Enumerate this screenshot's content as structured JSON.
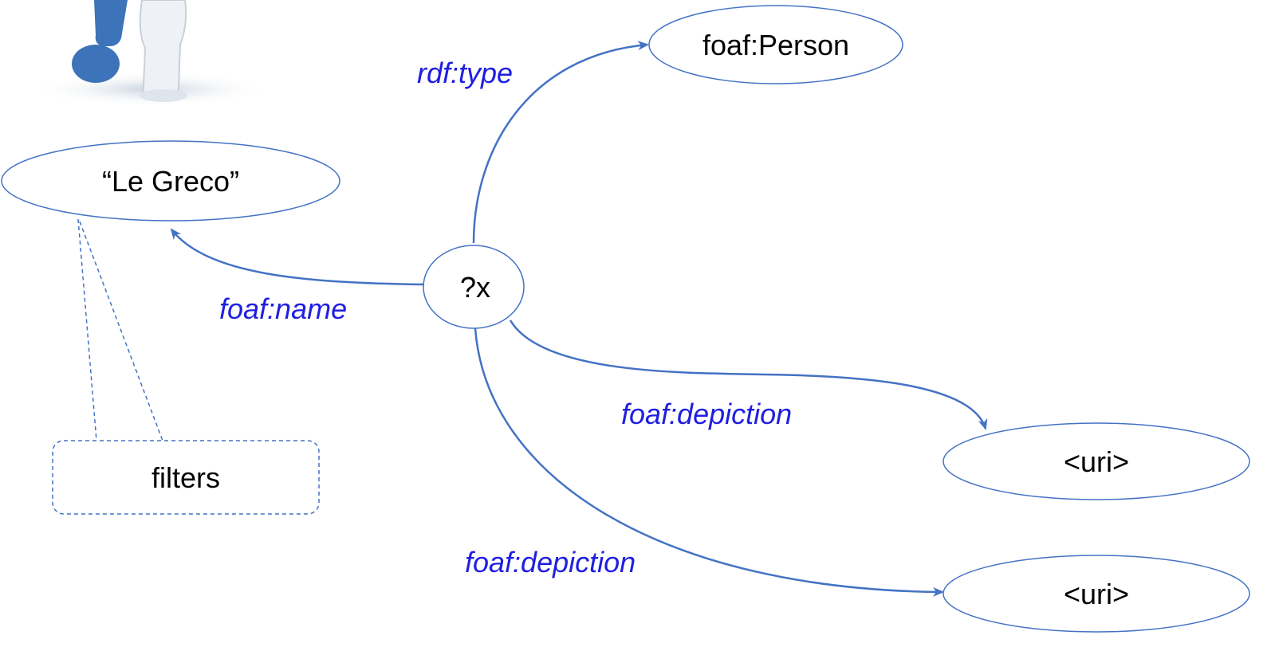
{
  "diagram": {
    "nodes": {
      "subject": "?x",
      "type_value": "foaf:Person",
      "name_value": "“Le Greco”",
      "uri_1": "<uri>",
      "uri_2": "<uri>",
      "filters": "filters"
    },
    "edges": {
      "type": "rdf:type",
      "name": "foaf:name",
      "depiction_1": "foaf:depiction",
      "depiction_2": "foaf:depiction"
    },
    "icon": "question-mark-figure-icon",
    "colors": {
      "edge": "#4472c4",
      "edge_label": "#1f1fe0",
      "node_outline": "#4472c4"
    }
  }
}
